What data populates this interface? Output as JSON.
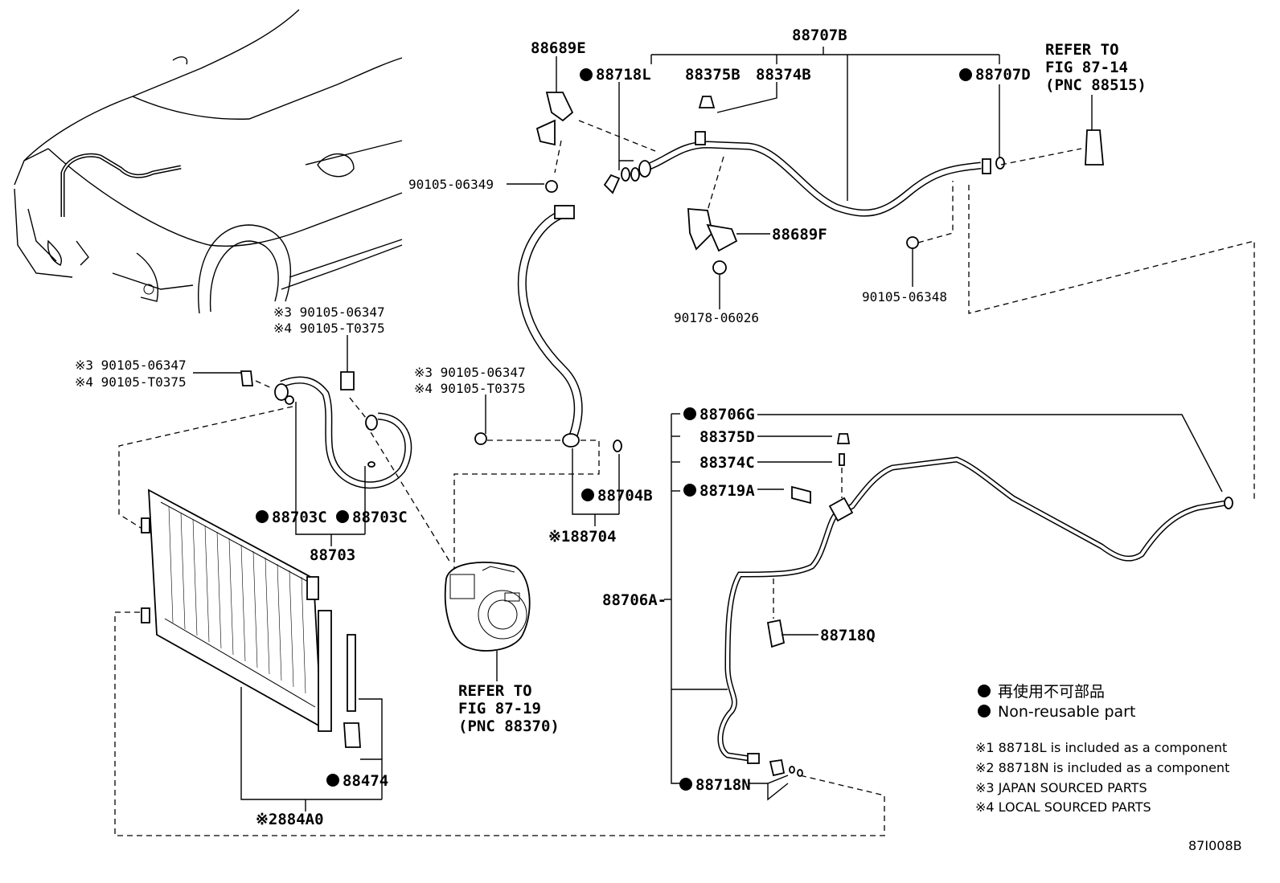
{
  "labels": {
    "l_88707B": "88707B",
    "l_88689E": "88689E",
    "l_88718L": "88718L",
    "l_88375B": "88375B",
    "l_88374B": "88374B",
    "l_88707D": "88707D",
    "l_refer1_a": "REFER TO",
    "l_refer1_b": "FIG 87-14",
    "l_refer1_c": "(PNC 88515)",
    "l_90105_06349": "90105-06349",
    "l_88689F": "88689F",
    "l_90178_06026": "90178-06026",
    "l_90105_06348": "90105-06348",
    "l_top_s3": "※3 90105-06347",
    "l_top_s4": "※4 90105-T0375",
    "l_left_s3": "※3 90105-06347",
    "l_left_s4": "※4 90105-T0375",
    "l_mid_s3": "※3 90105-06347",
    "l_mid_s4": "※4 90105-T0375",
    "l_88703C_a": "88703C",
    "l_88703C_b": "88703C",
    "l_88703": "88703",
    "l_88704B": "88704B",
    "l_88704": "※188704",
    "l_88706G": "88706G",
    "l_88375D": "88375D",
    "l_88374C": "88374C",
    "l_88719A": "88719A",
    "l_88706A": "88706A-",
    "l_88718Q": "88718Q",
    "l_88718N": "88718N",
    "l_refer2_a": "REFER TO",
    "l_refer2_b": "FIG 87-19",
    "l_refer2_c": "(PNC 88370)",
    "l_88474": "88474",
    "l_884A0": "※2884A0",
    "legend_jp": "再使用不可部品",
    "legend_en": "Non-reusable part",
    "note1": "※1 88718L  is included as a component",
    "note2": "※2 88718N is included as a component",
    "note3": "※3 JAPAN SOURCED PARTS",
    "note4": "※4 LOCAL SOURCED PARTS",
    "figure_id": "87I008B"
  }
}
